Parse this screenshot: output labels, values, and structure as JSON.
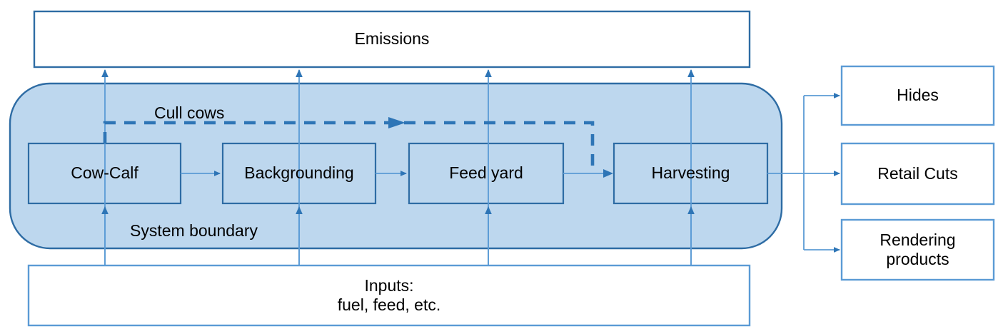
{
  "diagram": {
    "title_hidden": "Beef production system life cycle boundary diagram",
    "colors": {
      "outline_dark_blue": "#2E6CA4",
      "outline_light_blue": "#5B9BD5",
      "system_fill": "#BDD7EE",
      "process_fill": "#BDD7EE",
      "arrow_thin": "#5B9BD5",
      "arrow_dashed": "#2E75B6",
      "box_fill_white": "#FFFFFF",
      "text": "#000000"
    },
    "top_box": {
      "label": "Emissions"
    },
    "bottom_box": {
      "label": "Inputs:\nfuel, feed, etc."
    },
    "system_boundary": {
      "label": "System boundary"
    },
    "flow_label": {
      "label": "Cull cows"
    },
    "process_stages": [
      {
        "id": "cow-calf",
        "label": "Cow-Calf"
      },
      {
        "id": "backgrounding",
        "label": "Backgrounding"
      },
      {
        "id": "feed-yard",
        "label": "Feed yard"
      },
      {
        "id": "harvesting",
        "label": "Harvesting"
      }
    ],
    "output_products": [
      {
        "id": "hides",
        "label": "Hides"
      },
      {
        "id": "retail-cuts",
        "label": "Retail Cuts"
      },
      {
        "id": "rendering-products",
        "label": "Rendering\nproducts"
      }
    ]
  }
}
